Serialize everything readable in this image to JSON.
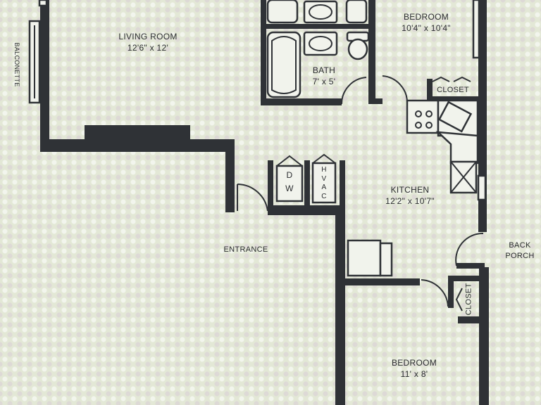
{
  "rooms": {
    "living": {
      "name": "LIVING ROOM",
      "dims": "12'6\" x 12'"
    },
    "bedroom1": {
      "name": "BEDROOM",
      "dims": "10'4\" x 10'4\""
    },
    "bath": {
      "name": "BATH",
      "dims": "7' x 5'"
    },
    "kitchen": {
      "name": "KITCHEN",
      "dims": "12'2\" x 10'7\""
    },
    "bedroom2": {
      "name": "BEDROOM",
      "dims": "11' x 8'"
    }
  },
  "labels": {
    "balconette": "BALCONETTE",
    "closet_top": "CLOSET",
    "closet_side": "CLOSET",
    "entrance": "ENTRANCE",
    "back_porch_1": "BACK",
    "back_porch_2": "PORCH",
    "dw_1": "D",
    "dw_2": "W",
    "hvac_1": "H",
    "hvac_2": "V",
    "hvac_3": "A",
    "hvac_4": "C"
  },
  "colors": {
    "wall": "#2f3236",
    "background": "#e3e8d6",
    "fixture": "#f1f3ec"
  }
}
